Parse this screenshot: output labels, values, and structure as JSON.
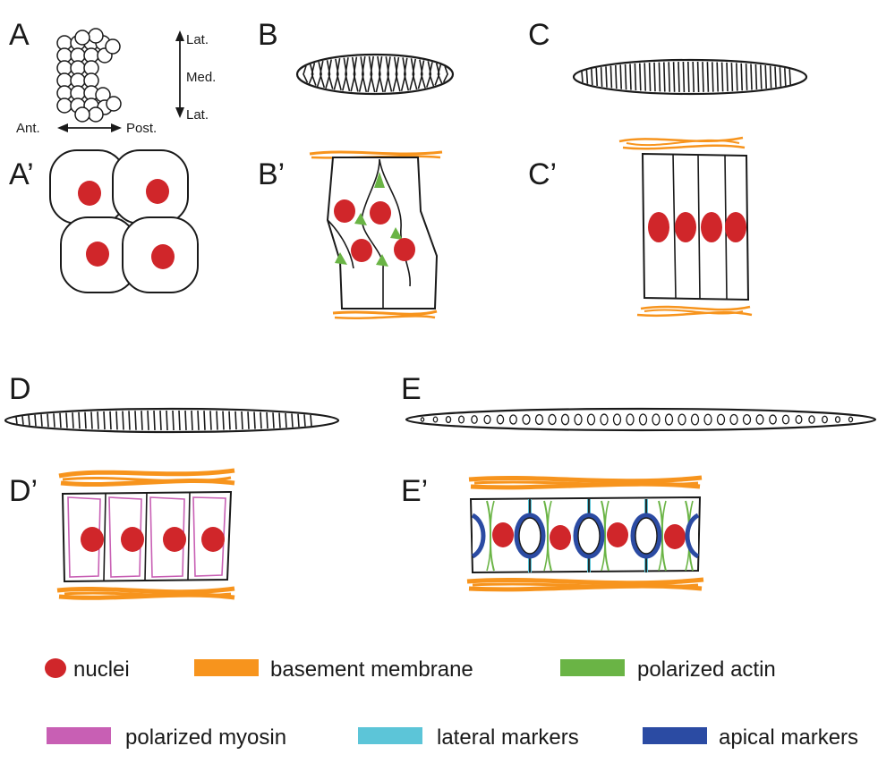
{
  "panels": {
    "a": "A",
    "a_prime": "A’",
    "b": "B",
    "b_prime": "B’",
    "c": "C",
    "c_prime": "C’",
    "d": "D",
    "d_prime": "D’",
    "e": "E",
    "e_prime": "E’"
  },
  "axes": {
    "lat_top": "Lat.",
    "med": "Med.",
    "lat_bottom": "Lat.",
    "ant": "Ant.",
    "post": "Post."
  },
  "legend": [
    {
      "key": "nuclei",
      "label": "nuclei",
      "color": "#d0262a"
    },
    {
      "key": "basement",
      "label": "basement membrane",
      "color": "#f7941d"
    },
    {
      "key": "actin",
      "label": "polarized actin",
      "color": "#6ab445"
    },
    {
      "key": "myosin",
      "label": "polarized myosin",
      "color": "#c85fb4"
    },
    {
      "key": "lateral",
      "label": "lateral markers",
      "color": "#5cc5d8"
    },
    {
      "key": "apical",
      "label": "apical markers",
      "color": "#2b4ba3"
    }
  ],
  "colors": {
    "outline": "#1a1a1a",
    "nucleus": "#d0262a",
    "basement": "#f7941d",
    "actin": "#6ab445",
    "myosin": "#c85fb4",
    "lateral": "#5cc5d8",
    "apical": "#2b4ba3"
  }
}
